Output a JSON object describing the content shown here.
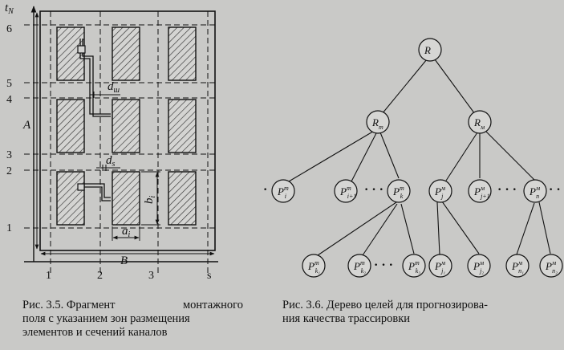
{
  "figure_left": {
    "axis_label_top": "t",
    "axis_label_top_sub": "N",
    "y_ticks": [
      "6",
      "5",
      "4",
      "3",
      "2",
      "1"
    ],
    "x_ticks": [
      "1",
      "2",
      "3",
      "s"
    ],
    "dim_A": "A",
    "dim_B": "B",
    "dim_b": "b",
    "dim_b_sub": "i",
    "dim_a": "a",
    "dim_a_sub": "i",
    "dim_dsh": "d",
    "dim_dsh_sub": "ш",
    "dim_ds": "d",
    "dim_ds_sub": "s"
  },
  "caption_left": {
    "line1a": "Рис. 3.5. Фрагмент",
    "line1b": "монтажного",
    "line2": "поля с указанием зон размещения",
    "line3": "элементов и сечений каналов"
  },
  "figure_right": {
    "root": "R",
    "level1": [
      {
        "base": "R",
        "sub": "т"
      },
      {
        "base": "R",
        "sub": "м"
      }
    ],
    "level2": [
      {
        "base": "P",
        "sub": "i",
        "sup": "т"
      },
      {
        "base": "P",
        "sub": "i+1",
        "sup": "т"
      },
      {
        "base": "P",
        "sub": "k",
        "sup": "т"
      },
      {
        "base": "P",
        "sub": "j",
        "sup": "м"
      },
      {
        "base": "P",
        "sub": "j+1",
        "sup": "м"
      },
      {
        "base": "P",
        "sub": "n",
        "sup": "м"
      }
    ],
    "level3": [
      {
        "base": "P",
        "sub": "k₁",
        "sup": "т"
      },
      {
        "base": "P",
        "sub": "k₂",
        "sup": "т"
      },
      {
        "base": "P",
        "sub": "k₃",
        "sup": "т"
      },
      {
        "base": "P",
        "sub": "j₁",
        "sup": "м"
      },
      {
        "base": "P",
        "sub": "j₂",
        "sup": "м"
      },
      {
        "base": "P",
        "sub": "n₁",
        "sup": "м"
      },
      {
        "base": "P",
        "sub": "n₂",
        "sup": "м"
      }
    ],
    "ellipsis": "· · ·"
  },
  "caption_right": {
    "line1": "Рис. 3.6. Дерево целей для прогнозирова-",
    "line2": "ния качества трассировки"
  }
}
